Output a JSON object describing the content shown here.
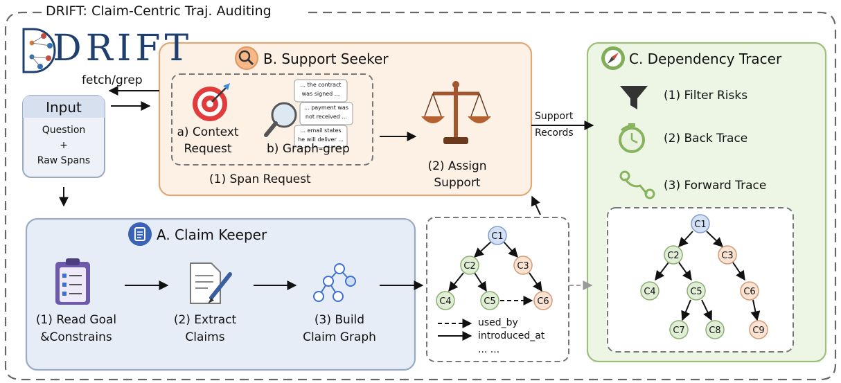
{
  "frame": {
    "title": "DRIFT: Claim-Centric Traj. Auditing"
  },
  "logo": {
    "text": "DRIFT"
  },
  "input": {
    "title": "Input",
    "lines": [
      "Question",
      "+",
      "Raw Spans"
    ]
  },
  "edges": {
    "fetch": "fetch/grep",
    "support_records": [
      "Support",
      "Records"
    ]
  },
  "seeker": {
    "title": "B. Support Seeker",
    "context_request": [
      "a) Context",
      "Request"
    ],
    "graph_grep": "b) Graph-grep",
    "span_request": "(1) Span Request",
    "assign_support": [
      "(2) Assign",
      "Support"
    ],
    "snippets": [
      [
        "... the contract",
        "was signed ..."
      ],
      [
        "... payment was",
        "not received ..."
      ],
      [
        "... email states",
        "he will deliver ..."
      ]
    ]
  },
  "keeper": {
    "title": "A. Claim Keeper",
    "steps": [
      [
        "(1) Read Goal",
        "&Constrains"
      ],
      [
        "(2) Extract",
        "Claims"
      ],
      [
        "(3) Build",
        "Claim Graph"
      ]
    ]
  },
  "graph": {
    "nodes": [
      "C1",
      "C2",
      "C3",
      "C4",
      "C5",
      "C6"
    ],
    "legend": [
      "used_by",
      "introduced_at",
      "... ..."
    ]
  },
  "tracer": {
    "title": "C. Dependency Tracer",
    "steps": [
      "(1) Filter Risks",
      "(2) Back Trace",
      "(3) Forward Trace"
    ],
    "nodes": [
      "C1",
      "C2",
      "C3",
      "C4",
      "C5",
      "C6",
      "C7",
      "C8",
      "C9"
    ]
  },
  "colors": {
    "seeker_border": "#e0a877",
    "seeker_fill": "#fdf1e6",
    "keeper_border": "#9aaac4",
    "keeper_fill": "#e7edf6",
    "tracer_border": "#9cbf79",
    "tracer_fill": "#edf5e4",
    "node_blue": "#d4e0f3",
    "node_green": "#dfeed4",
    "node_orange": "#fbe3d3"
  }
}
